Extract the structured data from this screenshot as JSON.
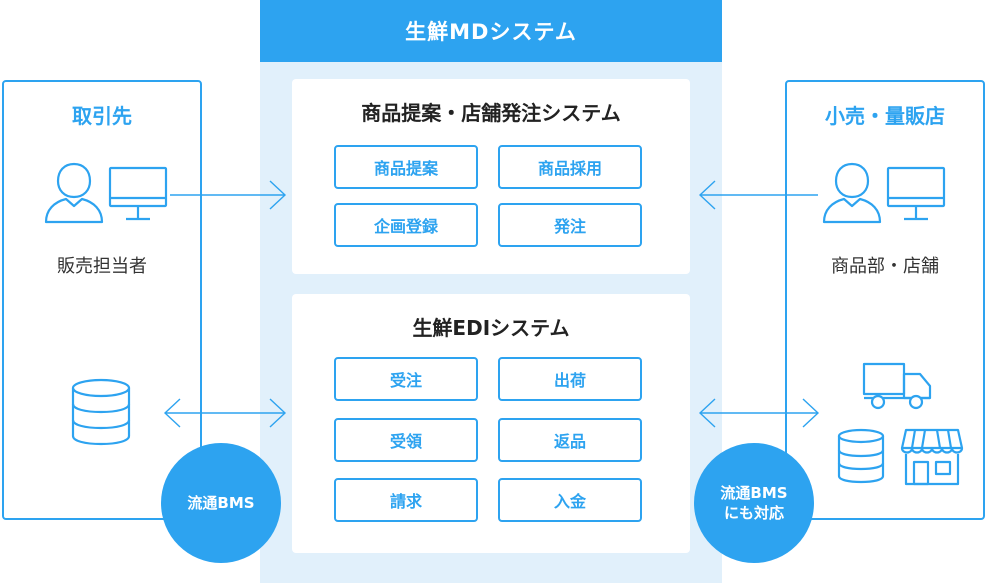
{
  "system": {
    "title": "生鮮MDシステム"
  },
  "md_panel": {
    "title": "商品提案・店舗発注システム",
    "functions": [
      "商品提案",
      "商品採用",
      "企画登録",
      "発注"
    ]
  },
  "edi_panel": {
    "title": "生鮮EDIシステム",
    "functions": [
      "受注",
      "出荷",
      "受領",
      "返品",
      "請求",
      "入金"
    ]
  },
  "left": {
    "title": "取引先",
    "person_label": "販売担当者",
    "badge": "流通BMS"
  },
  "right": {
    "title": "小売・量販店",
    "person_label": "商品部・店舗",
    "badge_line1": "流通BMS",
    "badge_line2": "にも対応"
  },
  "colors": {
    "accent": "#2da3f0",
    "background_light": "#e1f0fb"
  },
  "icons": [
    "person-icon",
    "monitor-icon",
    "database-icon",
    "truck-icon",
    "store-icon"
  ]
}
